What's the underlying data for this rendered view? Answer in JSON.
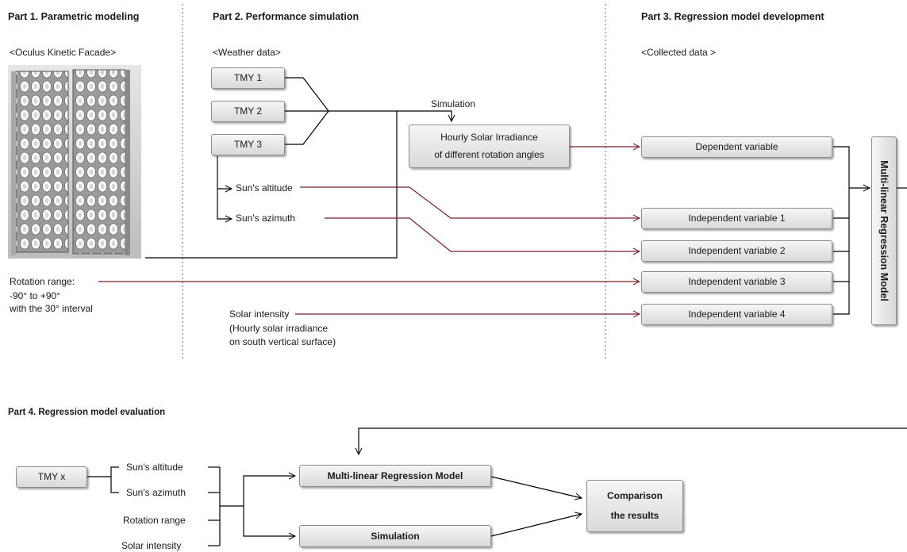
{
  "part1": {
    "title": "Part 1. Parametric modeling",
    "subtitle": "<Oculus Kinetic Facade>",
    "rotation_line1": "Rotation range:",
    "rotation_line2": "-90° to +90°",
    "rotation_line3": "with the 30° interval"
  },
  "part2": {
    "title": "Part 2. Performance simulation",
    "subtitle": "<Weather data>",
    "tmy": [
      "TMY 1",
      "TMY 2",
      "TMY 3"
    ],
    "simulation_label": "Simulation",
    "hourly_line1": "Hourly Solar Irradiance",
    "hourly_line2": "of different rotation angles",
    "altitude": "Sun's altitude",
    "azimuth": "Sun's azimuth",
    "solar_intensity": "Solar intensity",
    "solar_note1": "(Hourly solar irradiance",
    "solar_note2": "on south vertical surface)"
  },
  "part3": {
    "title": "Part 3. Regression model development",
    "subtitle": "<Collected data >",
    "variables": [
      "Dependent variable",
      "Independent variable 1",
      "Independent variable 2",
      "Independent variable 3",
      "Independent variable 4"
    ],
    "model": "Multi-linear Regression Model"
  },
  "part4": {
    "title": "Part 4. Regression model evaluation",
    "tmy": "TMY x",
    "inputs": [
      "Sun's altitude",
      "Sun's azimuth",
      "Rotation range",
      "Solar intensity"
    ],
    "model": "Multi-linear Regression Model",
    "simulation": "Simulation",
    "comparison_line1": "Comparison",
    "comparison_line2": "the results"
  },
  "colors": {
    "connector": "#7a1f2b",
    "line": "#000000",
    "divider": "#999999"
  }
}
